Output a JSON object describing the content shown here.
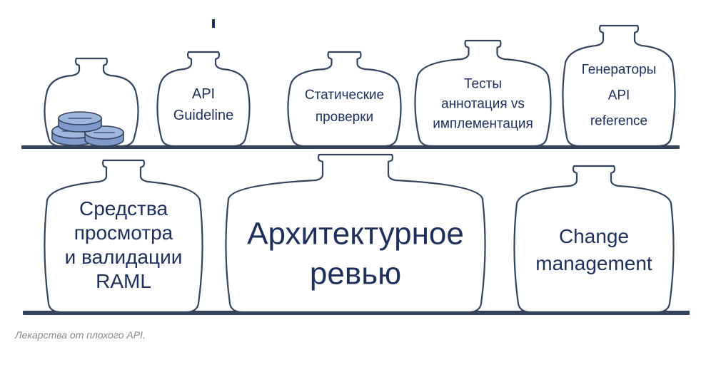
{
  "jars": [
    {
      "id": "pills",
      "lines": []
    },
    {
      "id": "api-guideline",
      "lines": [
        "API",
        "Guideline"
      ]
    },
    {
      "id": "static-checks",
      "lines": [
        "Статические",
        "проверки"
      ]
    },
    {
      "id": "tests-annotation",
      "lines": [
        "Тесты",
        "аннотация vs",
        "имплементация"
      ]
    },
    {
      "id": "api-reference-generators",
      "lines": [
        "Генераторы",
        "API",
        "reference"
      ]
    },
    {
      "id": "raml-tools",
      "lines": [
        "Средства",
        "просмотра",
        "и валидации",
        "RAML"
      ]
    },
    {
      "id": "architecture-review",
      "lines": [
        "Архитектурное",
        "ревью"
      ]
    },
    {
      "id": "change-management",
      "lines": [
        "Change",
        "management"
      ]
    }
  ],
  "caption": "Лекарства от плохого API.",
  "colors": {
    "outline": "#34445d",
    "text": "#1e2f5c",
    "pill": "#9fb6dd",
    "caption": "#8a8a8a"
  }
}
